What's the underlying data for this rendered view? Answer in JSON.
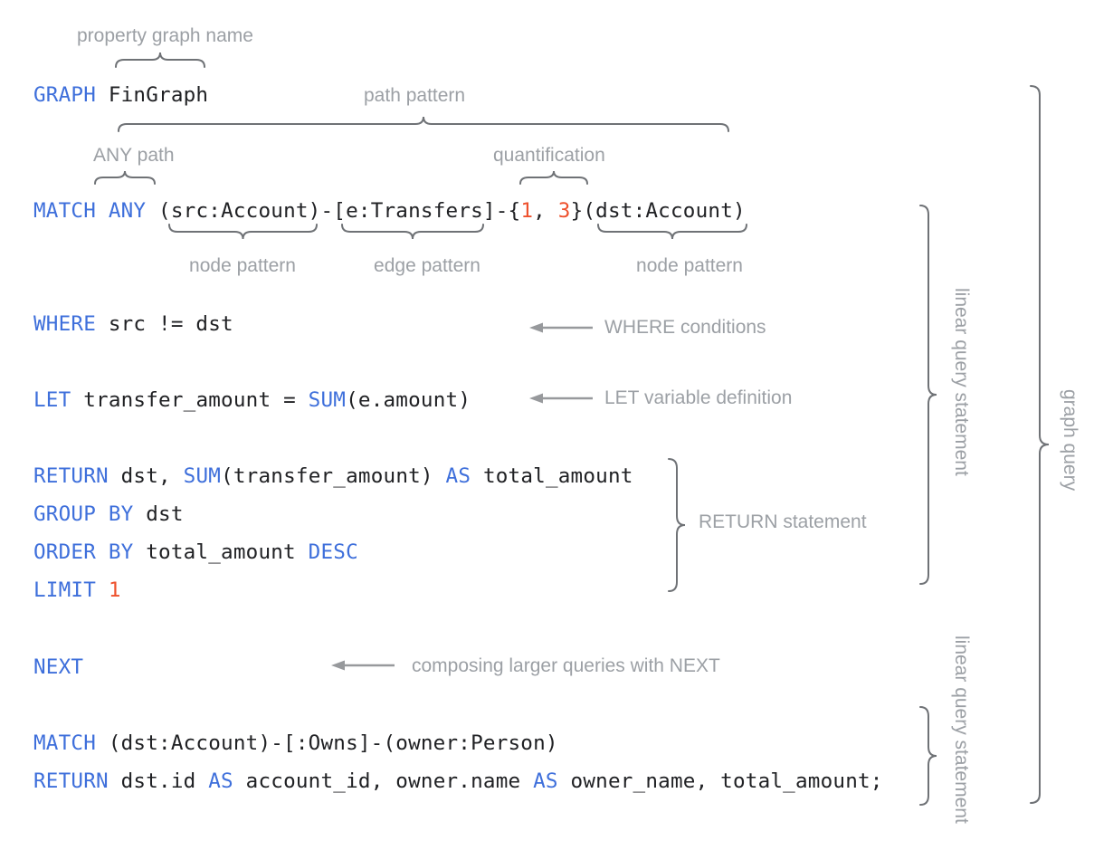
{
  "diagram_title": "GQL graph query anatomy",
  "colors": {
    "keyword": "#3E6FDB",
    "number": "#EE512D",
    "code": "#202124",
    "label": "#9CA0A5",
    "brace": "#6F7276",
    "arrow": "#97999C",
    "background": "#FFFFFF"
  },
  "code": {
    "lines": [
      {
        "id": "graph",
        "tokens": [
          {
            "t": "GRAPH",
            "c": "kw"
          },
          {
            "t": " FinGraph",
            "c": "plain"
          }
        ]
      },
      {
        "id": "match1",
        "tokens": [
          {
            "t": "MATCH",
            "c": "kw"
          },
          {
            "t": " ",
            "c": "plain"
          },
          {
            "t": "ANY",
            "c": "kw"
          },
          {
            "t": " (src:Account)-[e:Transfers]-{",
            "c": "plain"
          },
          {
            "t": "1",
            "c": "num"
          },
          {
            "t": ", ",
            "c": "plain"
          },
          {
            "t": "3",
            "c": "num"
          },
          {
            "t": "}(dst:Account)",
            "c": "plain"
          }
        ]
      },
      {
        "id": "where",
        "tokens": [
          {
            "t": "WHERE",
            "c": "kw"
          },
          {
            "t": " src != dst",
            "c": "plain"
          }
        ]
      },
      {
        "id": "let",
        "tokens": [
          {
            "t": "LET",
            "c": "kw"
          },
          {
            "t": " transfer_amount = ",
            "c": "plain"
          },
          {
            "t": "SUM",
            "c": "kw"
          },
          {
            "t": "(e.amount)",
            "c": "plain"
          }
        ]
      },
      {
        "id": "return1",
        "tokens": [
          {
            "t": "RETURN",
            "c": "kw"
          },
          {
            "t": " dst, ",
            "c": "plain"
          },
          {
            "t": "SUM",
            "c": "kw"
          },
          {
            "t": "(transfer_amount) ",
            "c": "plain"
          },
          {
            "t": "AS",
            "c": "kw"
          },
          {
            "t": " total_amount",
            "c": "plain"
          }
        ]
      },
      {
        "id": "groupby",
        "tokens": [
          {
            "t": "GROUP BY",
            "c": "kw"
          },
          {
            "t": " dst",
            "c": "plain"
          }
        ]
      },
      {
        "id": "orderby",
        "tokens": [
          {
            "t": "ORDER BY",
            "c": "kw"
          },
          {
            "t": " total_amount ",
            "c": "plain"
          },
          {
            "t": "DESC",
            "c": "kw"
          }
        ]
      },
      {
        "id": "limit",
        "tokens": [
          {
            "t": "LIMIT",
            "c": "kw"
          },
          {
            "t": " ",
            "c": "plain"
          },
          {
            "t": "1",
            "c": "num"
          }
        ]
      },
      {
        "id": "next",
        "tokens": [
          {
            "t": "NEXT",
            "c": "kw"
          }
        ]
      },
      {
        "id": "match2",
        "tokens": [
          {
            "t": "MATCH",
            "c": "kw"
          },
          {
            "t": " (dst:Account)-[:Owns]-(owner:Person)",
            "c": "plain"
          }
        ]
      },
      {
        "id": "return2",
        "tokens": [
          {
            "t": "RETURN",
            "c": "kw"
          },
          {
            "t": " dst.id ",
            "c": "plain"
          },
          {
            "t": "AS",
            "c": "kw"
          },
          {
            "t": " account_id, owner.name ",
            "c": "plain"
          },
          {
            "t": "AS",
            "c": "kw"
          },
          {
            "t": " owner_name, total_amount;",
            "c": "plain"
          }
        ]
      }
    ]
  },
  "annotations": {
    "property_graph_name": "property graph name",
    "path_pattern": "path pattern",
    "any_path": "ANY path",
    "quantification": "quantification",
    "node_pattern_left": "node pattern",
    "edge_pattern": "edge pattern",
    "node_pattern_right": "node pattern",
    "where_conditions": "WHERE conditions",
    "let_variable_definition": "LET variable definition",
    "return_statement": "RETURN statement",
    "composing_next": "composing larger queries with NEXT",
    "linear_query_statement_top": "linear query statement",
    "graph_query": "graph query",
    "linear_query_statement_bottom": "linear query statement"
  }
}
